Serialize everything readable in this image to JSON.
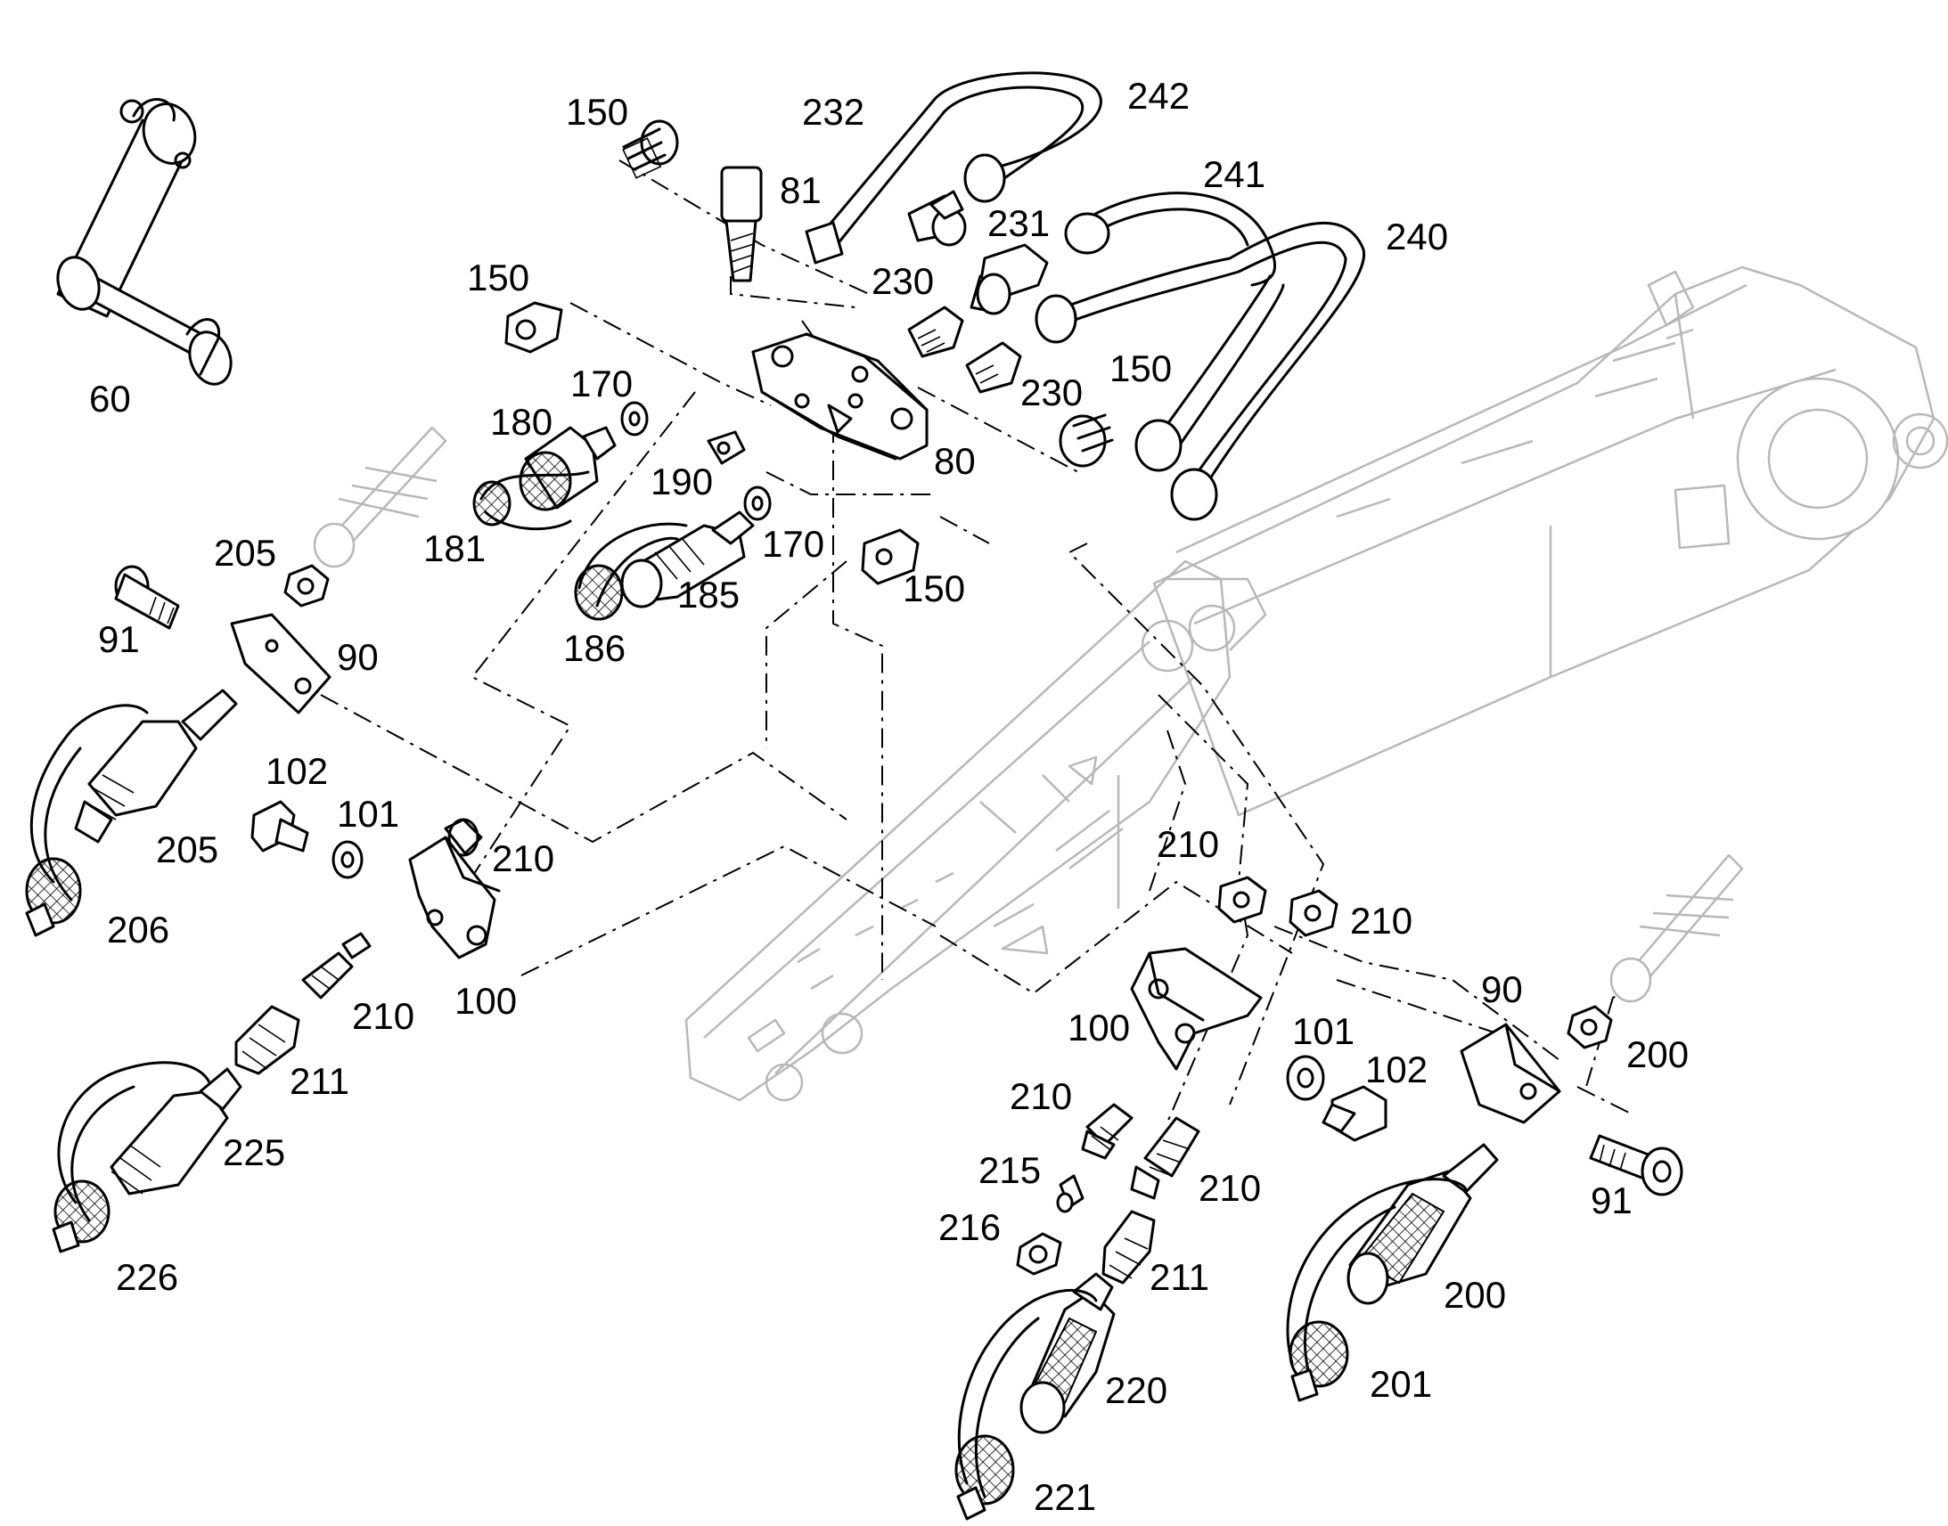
{
  "callouts": {
    "c60": "60",
    "c150a": "150",
    "c81": "81",
    "c232": "232",
    "c242": "242",
    "c241": "241",
    "c231": "231",
    "c240": "240",
    "c150b": "150",
    "c230a": "230",
    "c170a": "170",
    "c180": "180",
    "c230b": "230",
    "c150c": "150",
    "c190": "190",
    "c80": "80",
    "c181": "181",
    "c170b": "170",
    "c150d": "150",
    "c205a": "205",
    "c185": "185",
    "c91a": "91",
    "c90a": "90",
    "c186": "186",
    "c102a": "102",
    "c101a": "101",
    "c210a": "210",
    "c205b": "205",
    "c206": "206",
    "c210b": "210",
    "c100a": "100",
    "c211a": "211",
    "c225": "225",
    "c226": "226",
    "c210c": "210",
    "c210d": "210",
    "c90b": "90",
    "c100b": "100",
    "c101b": "101",
    "c102b": "102",
    "c200a": "200",
    "c210e": "210",
    "c215": "215",
    "c210f": "210",
    "c91b": "91",
    "c216": "216",
    "c211b": "211",
    "c200b": "200",
    "c220": "220",
    "c201": "201",
    "c221": "221"
  },
  "colors": {
    "line": "#000000",
    "machine_ghost": "#b8b8b8",
    "background": "#ffffff"
  },
  "icons": {
    "boom": "excavator-boom-ghost",
    "pin": "pin-icon",
    "coupler": "quick-coupler-icon"
  }
}
